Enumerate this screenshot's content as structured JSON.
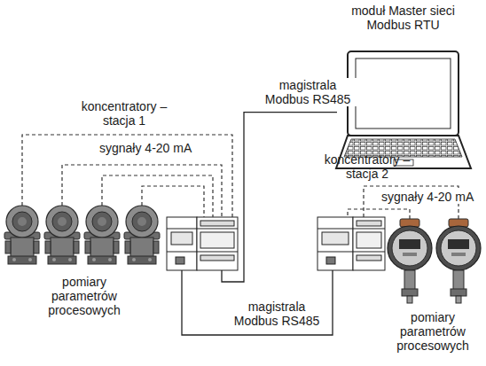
{
  "diagram": {
    "nodes": [
      {
        "text": [
          "moduł Master sieci Modbus RTU"
        ]
      },
      {
        "text": [
          "koncentratory – stacja 1"
        ]
      },
      {
        "text": [
          "koncentratory – stacja 2"
        ]
      },
      {
        "text": [
          "pomiary parametrów procesowych"
        ]
      },
      {
        "text": [
          "pomiary parametrów procesowych"
        ]
      }
    ],
    "edges": [
      {
        "from": 0,
        "to": 1,
        "label": "magistrala Modbus RS485",
        "arrow": "none"
      },
      {
        "from": 1,
        "to": 2,
        "label": "magistrala Modbus RS485",
        "arrow": "none"
      },
      {
        "from": 3,
        "to": 1,
        "label": "sygnały 4-20 mA",
        "arrow": "none"
      },
      {
        "from": 4,
        "to": 2,
        "label": "sygnały 4-20 mA",
        "arrow": "none"
      }
    ]
  }
}
